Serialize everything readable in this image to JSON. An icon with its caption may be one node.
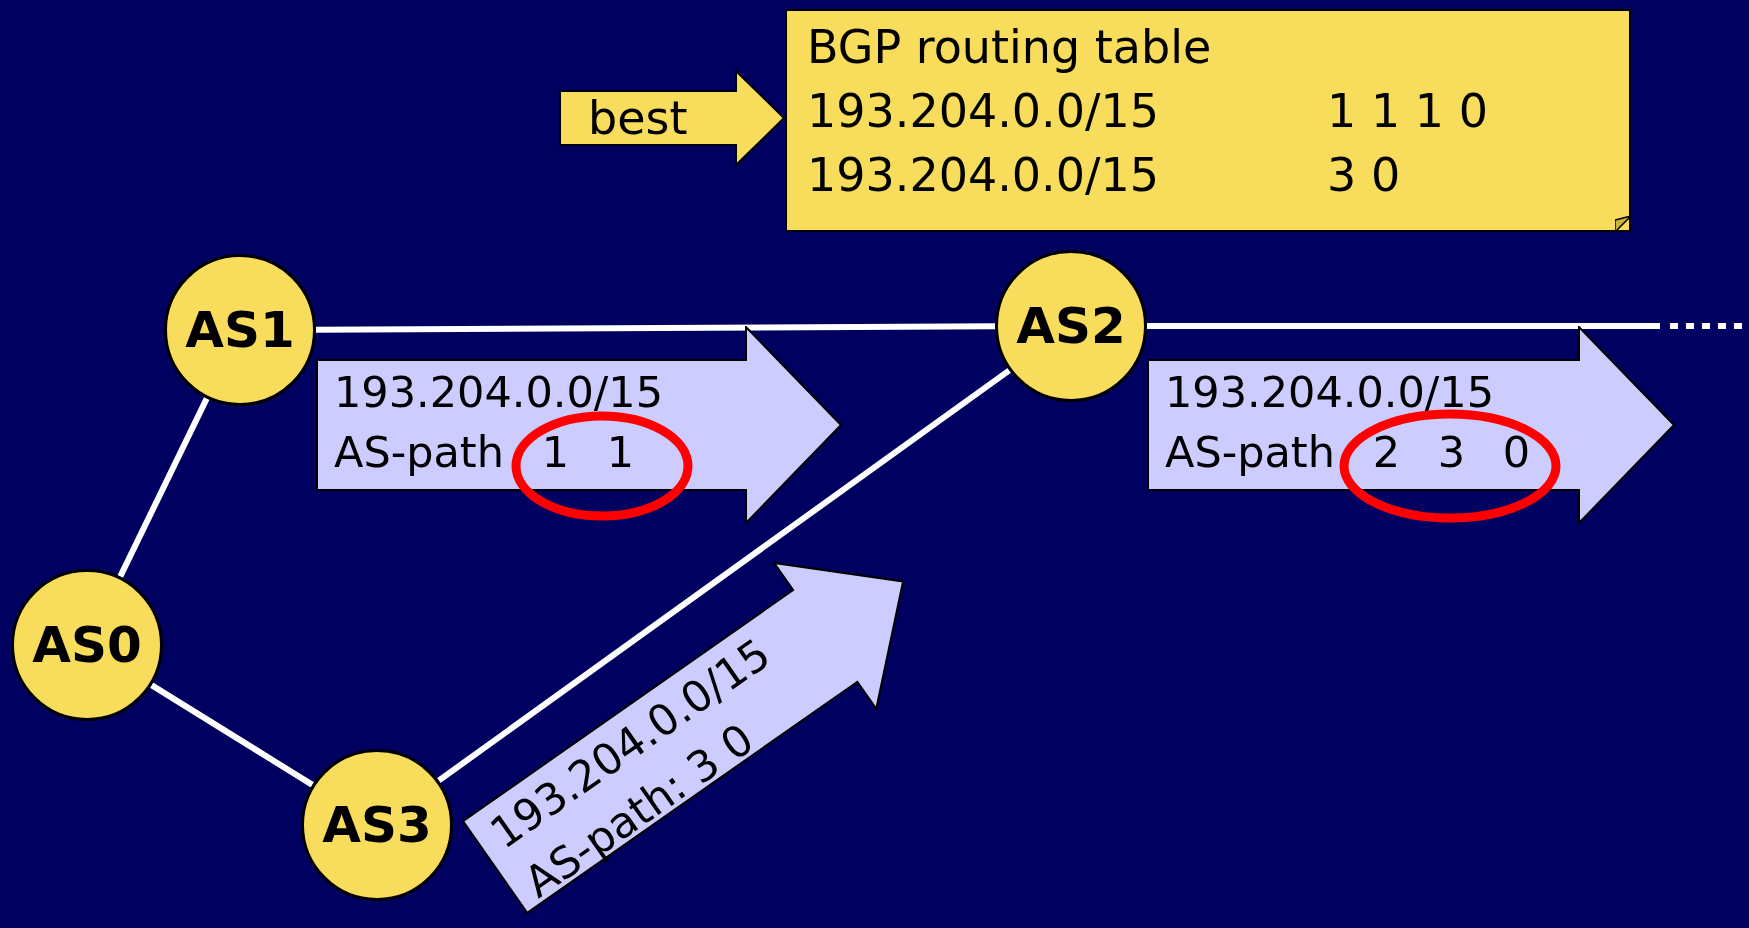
{
  "diagram": {
    "nodes": [
      {
        "text": [
          "best"
        ]
      },
      {
        "text": [
          "BGP routing table",
          "193.204.0.0/15",
          "1 1 1 0",
          "193.204.0.0/15",
          "3 0"
        ]
      },
      {
        "text": [
          "AS1"
        ]
      },
      {
        "text": [
          "AS2"
        ]
      },
      {
        "text": [
          "193.204.0.0/15",
          "AS-path 1 1"
        ]
      },
      {
        "text": [
          "193.204.0.0/15",
          "AS-path 2 3 0"
        ]
      },
      {
        "text": [
          "AS0"
        ]
      },
      {
        "text": [
          "193.204.0.0/15",
          "AS-path: 3 0"
        ]
      },
      {
        "text": [
          "AS3"
        ]
      }
    ],
    "edges": [
      {
        "from": 2,
        "to": 3,
        "arrow": "none"
      },
      {
        "from": 3,
        "to": null,
        "arrow": "none"
      },
      {
        "from": 6,
        "to": 2,
        "arrow": "none"
      },
      {
        "from": 6,
        "to": 8,
        "arrow": "none"
      },
      {
        "from": 8,
        "to": 3,
        "arrow": "none"
      }
    ]
  }
}
